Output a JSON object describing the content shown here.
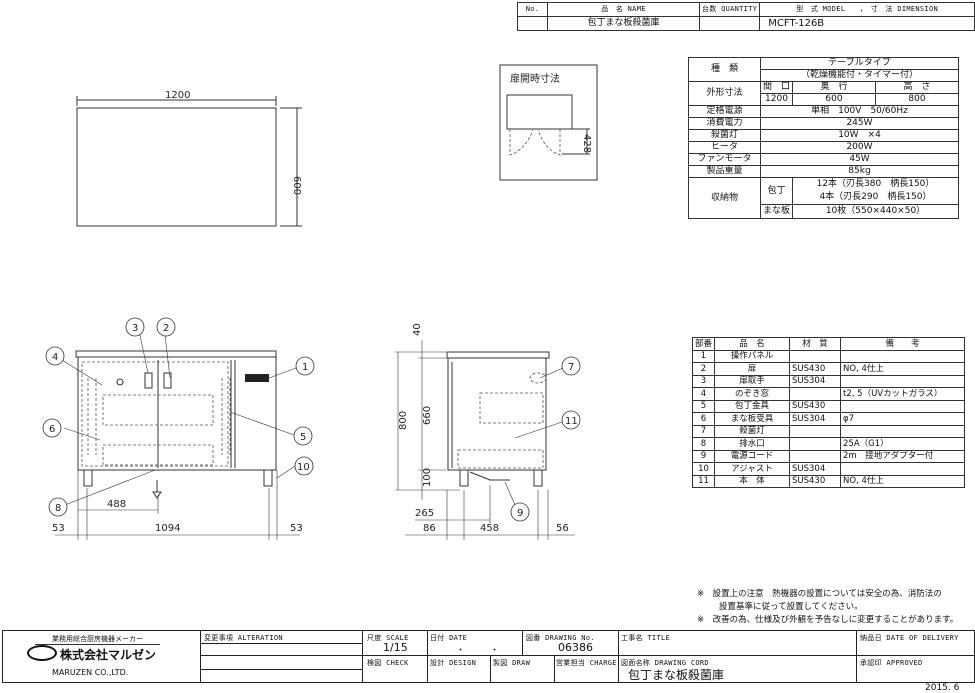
{
  "header": {
    "no": "No.",
    "name_h": "品　名 NAME",
    "qty_h": "台数 QUANTITY",
    "model_h": "型　式 MODEL　　，　寸　法 DIMENSION",
    "name": "包丁まな板殺菌庫",
    "model": "MCFT-126B"
  },
  "spec": {
    "type_label": "種　類",
    "type_value1": "テーブルタイプ",
    "type_value2": "（乾燥機能付・タイマー付）",
    "dim_label": "外形寸法",
    "w_h": "間　口",
    "d_h": "奥　行",
    "h_h": "高　さ",
    "w": "1200",
    "d": "600",
    "h": "800",
    "rows": [
      {
        "label": "定格電源",
        "value": "単相　100V　50/60Hz"
      },
      {
        "label": "消費電力",
        "value": "245W"
      },
      {
        "label": "殺菌灯",
        "value": "10W　×4"
      },
      {
        "label": "ヒータ",
        "value": "200W"
      },
      {
        "label": "ファンモータ",
        "value": "45W"
      },
      {
        "label": "製品重量",
        "value": "85kg"
      }
    ],
    "storage_label": "収納物",
    "knife_label": "包丁",
    "knife1": "12本（刃長380　柄長150）",
    "knife2": "4本（刃長290　柄長150）",
    "board_label": "まな板",
    "board": "10枚（550×440×50）"
  },
  "door_box": {
    "title": "扉開時寸法",
    "dim": "428"
  },
  "plan": {
    "w": "1200",
    "d": "600"
  },
  "front": {
    "callouts": [
      "1",
      "2",
      "3",
      "4",
      "5",
      "6",
      "8",
      "10"
    ],
    "d488": "488",
    "d53a": "53",
    "d1094": "1094",
    "d53b": "53"
  },
  "side": {
    "callouts": [
      "7",
      "11",
      "9"
    ],
    "d40": "40",
    "d800": "800",
    "d660": "660",
    "d100": "100",
    "d265": "265",
    "d86": "86",
    "d458": "458",
    "d56": "56"
  },
  "parts": {
    "headers": [
      "部番",
      "品　名",
      "材　質",
      "備　　考"
    ],
    "rows": [
      [
        "1",
        "操作パネル",
        "",
        ""
      ],
      [
        "2",
        "扉",
        "SUS430",
        "NO, 4仕上"
      ],
      [
        "3",
        "扉取手",
        "SUS304",
        ""
      ],
      [
        "4",
        "のぞき窓",
        "",
        "t2, 5（UVカットガラス）"
      ],
      [
        "5",
        "包丁金具",
        "SUS430",
        ""
      ],
      [
        "6",
        "まな板受具",
        "SUS304",
        "φ7"
      ],
      [
        "7",
        "殺菌灯",
        "",
        ""
      ],
      [
        "8",
        "排水口",
        "",
        "25A（G1）"
      ],
      [
        "9",
        "電源コード",
        "",
        "2m　接地アダプター付"
      ],
      [
        "10",
        "アジャスト",
        "SUS304",
        ""
      ],
      [
        "11",
        "本　体",
        "SUS430",
        "NO, 4仕上"
      ]
    ]
  },
  "notes": [
    "※　設置上の注意　熱機器の設置については安全の為、消防法の",
    "設置基準に従って設置してください。",
    "※　改善の為、仕様及び外観を予告なしに変更することがあります。"
  ],
  "title_block": {
    "maker_tag": "業務用総合厨房機器メーカー",
    "company": "株式会社マルゼン",
    "company_en": "MARUZEN CO.,LTD.",
    "alteration": "変更事項 ALTERATION",
    "scale_h": "尺度 SCALE",
    "scale": "1/15",
    "date_h": "日付 DATE",
    "date_v1": "・",
    "date_v2": "・",
    "drawing_no_h": "図番 DRAWING No.",
    "drawing_no": "06386",
    "title_h": "工事名 TITLE",
    "delivery_h": "納品日 DATE OF DELIVERY",
    "check_h": "検図 CHECK",
    "design_h": "設計 DESIGN",
    "draw_h": "製図 DRAW",
    "charge_h": "営業担当 CHARGE",
    "cord_h": "図面名称 DRAWING CORD",
    "cord": "包丁まな板殺菌庫",
    "approved_h": "承認印 APPROVED"
  },
  "footer_date": "2015. 6"
}
